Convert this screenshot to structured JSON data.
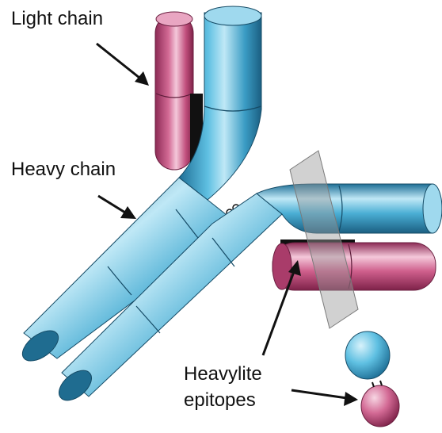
{
  "labels": {
    "light_chain": "Light chain",
    "heavy_chain": "Heavy chain",
    "heavylite_line1": "Heavylite",
    "heavylite_line2": "epitopes"
  },
  "colors": {
    "heavy_chain": "#3a9cc4",
    "light_chain": "#c2507e",
    "plane": "#9a9a9a",
    "arrow": "#111111"
  }
}
